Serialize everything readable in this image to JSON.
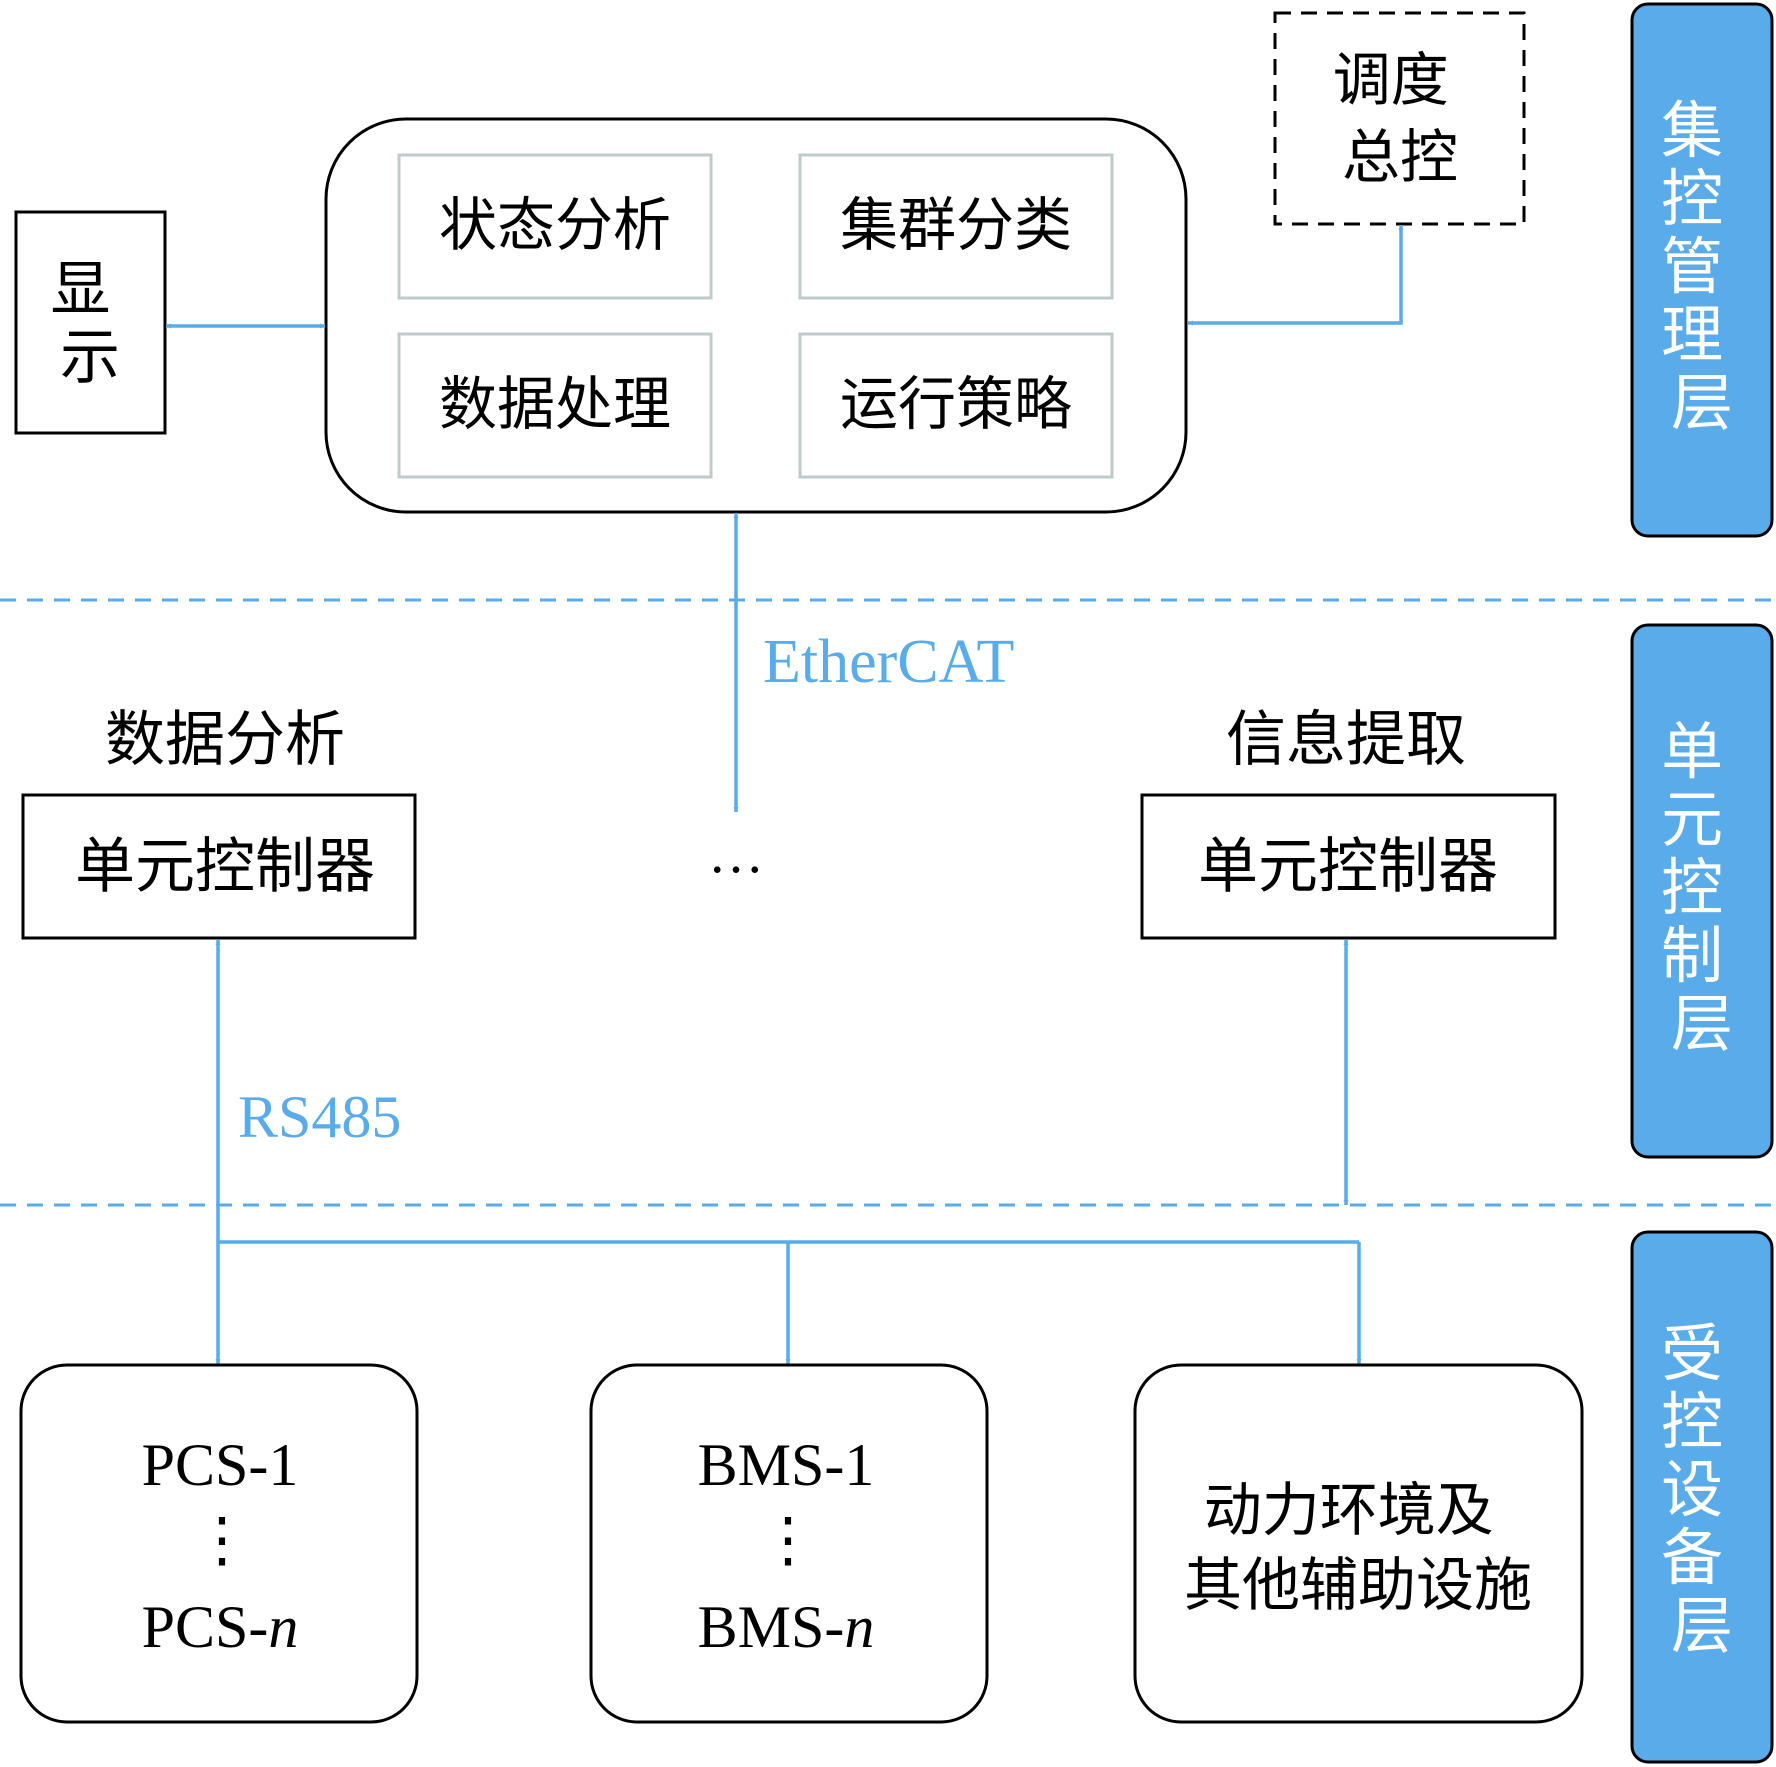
{
  "colors": {
    "accent": "#5aabea",
    "inner_box_border": "#bfcbcb",
    "line": "#000000",
    "side_text": "#ffffff"
  },
  "layers": {
    "management": {
      "label": [
        "集",
        "控",
        "管",
        "理",
        "层"
      ]
    },
    "unit": {
      "label": [
        "单",
        "元",
        "控",
        "制",
        "层"
      ]
    },
    "device": {
      "label": [
        "受",
        "控",
        "设",
        "备",
        "层"
      ]
    }
  },
  "management": {
    "display_box": {
      "label": [
        "显",
        "示"
      ]
    },
    "dispatch_box": {
      "label": [
        "调度",
        "总控"
      ]
    },
    "main_box": {
      "modules": [
        "状态分析",
        "集群分类",
        "数据处理",
        "运行策略"
      ]
    }
  },
  "links": {
    "ethercat": "EtherCAT",
    "rs485": "RS485"
  },
  "unit": {
    "left": {
      "caption": "数据分析",
      "label": "单元控制器"
    },
    "right": {
      "caption": "信息提取",
      "label": "单元控制器"
    },
    "ellipsis": "…"
  },
  "devices": {
    "pcs": {
      "first": "PCS-1",
      "last_prefix": "PCS-",
      "last_suffix": "n",
      "vdots": "⋮"
    },
    "bms": {
      "first": "BMS-1",
      "last_prefix": "BMS-",
      "last_suffix": "n",
      "vdots": "⋮"
    },
    "aux": {
      "lines": [
        "动力环境及",
        "其他辅助设施"
      ]
    }
  }
}
